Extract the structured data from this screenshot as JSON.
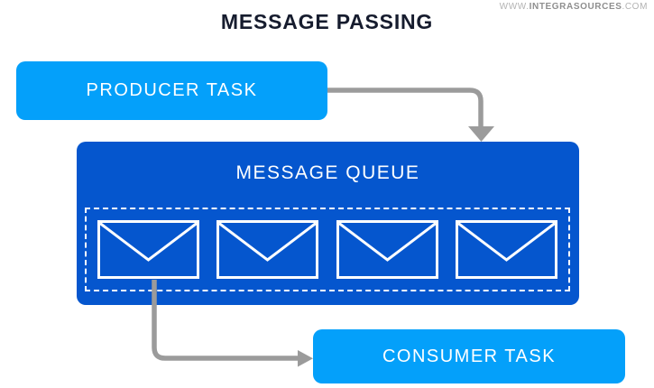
{
  "title": "MESSAGE PASSING",
  "watermark": {
    "prefix": "WWW.",
    "brand": "INTEGRASOURCES",
    "suffix": ".COM"
  },
  "nodes": {
    "producer": {
      "label": "PRODUCER TASK"
    },
    "queue": {
      "label": "MESSAGE QUEUE",
      "message_count": 4,
      "message_icon": "envelope-icon"
    },
    "consumer": {
      "label": "CONSUMER TASK"
    }
  },
  "flows": [
    {
      "from": "producer-task",
      "to": "message-queue"
    },
    {
      "from": "message-queue",
      "to": "consumer-task"
    }
  ],
  "colors": {
    "light_blue": "#04A0FA",
    "dark_blue": "#0556CE",
    "arrow_gray": "#9B9B9B",
    "title_navy": "#161C2E",
    "watermark_gray": "#B3B3B3",
    "watermark_brand_gray": "#8F8F8F",
    "envelope_white": "#FFFFFF"
  }
}
